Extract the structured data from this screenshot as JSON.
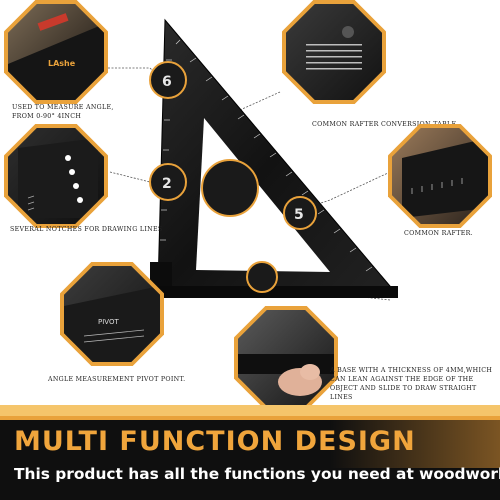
{
  "captions": {
    "angle": "USED TO MEASURE ANGLE, FROM 0-90°  4INCH",
    "rafter_table": "COMMON RAFTER CONVERSION TABLE",
    "notches": "SEVERAL NOTCHES FOR DRAWING LINES",
    "common_rafter": "COMMON RAFTER.",
    "pivot": "ANGLE MEASUREMENT PIVOT POINT.",
    "base": "A BASE WITH A THICKNESS OF 4MM,WHICH CAN LEAN AGAINST THE EDGE OF THE OBJECT AND SLIDE TO DRAW STRAIGHT LINES"
  },
  "banner": {
    "headline": "MULTI FUNCTION DESIGN",
    "subline": "This product has all the functions you need at woodwork"
  },
  "colors": {
    "accent": "#e9a23b",
    "headline": "#f0a53c",
    "banner_bg": "#0f0f0f",
    "tool": "#161616"
  }
}
